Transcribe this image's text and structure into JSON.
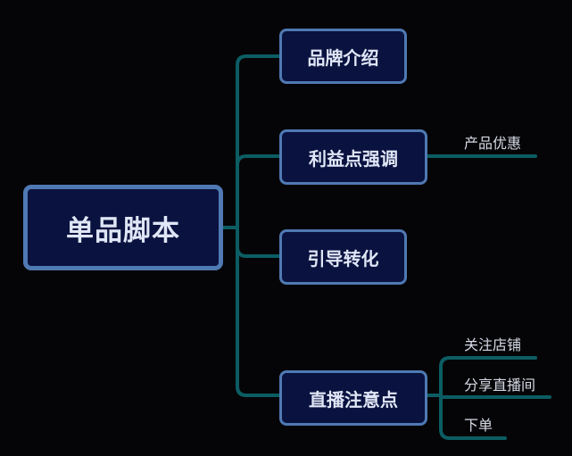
{
  "root": {
    "label": "单品脚本"
  },
  "branches": [
    {
      "label": "品牌介绍"
    },
    {
      "label": "利益点强调"
    },
    {
      "label": "引导转化"
    },
    {
      "label": "直播注意点"
    }
  ],
  "leaves": {
    "benefit": [
      "产品优惠"
    ],
    "live_notes": [
      "关注店铺",
      "分享直播间",
      "下单"
    ]
  },
  "colors": {
    "background": "#050407",
    "connector": "#0b5d63",
    "node_fill": "#0a1240",
    "node_border": "#4f79b3",
    "node_text": "#dfe6f5",
    "leaf_text": "#d6dbe6"
  }
}
